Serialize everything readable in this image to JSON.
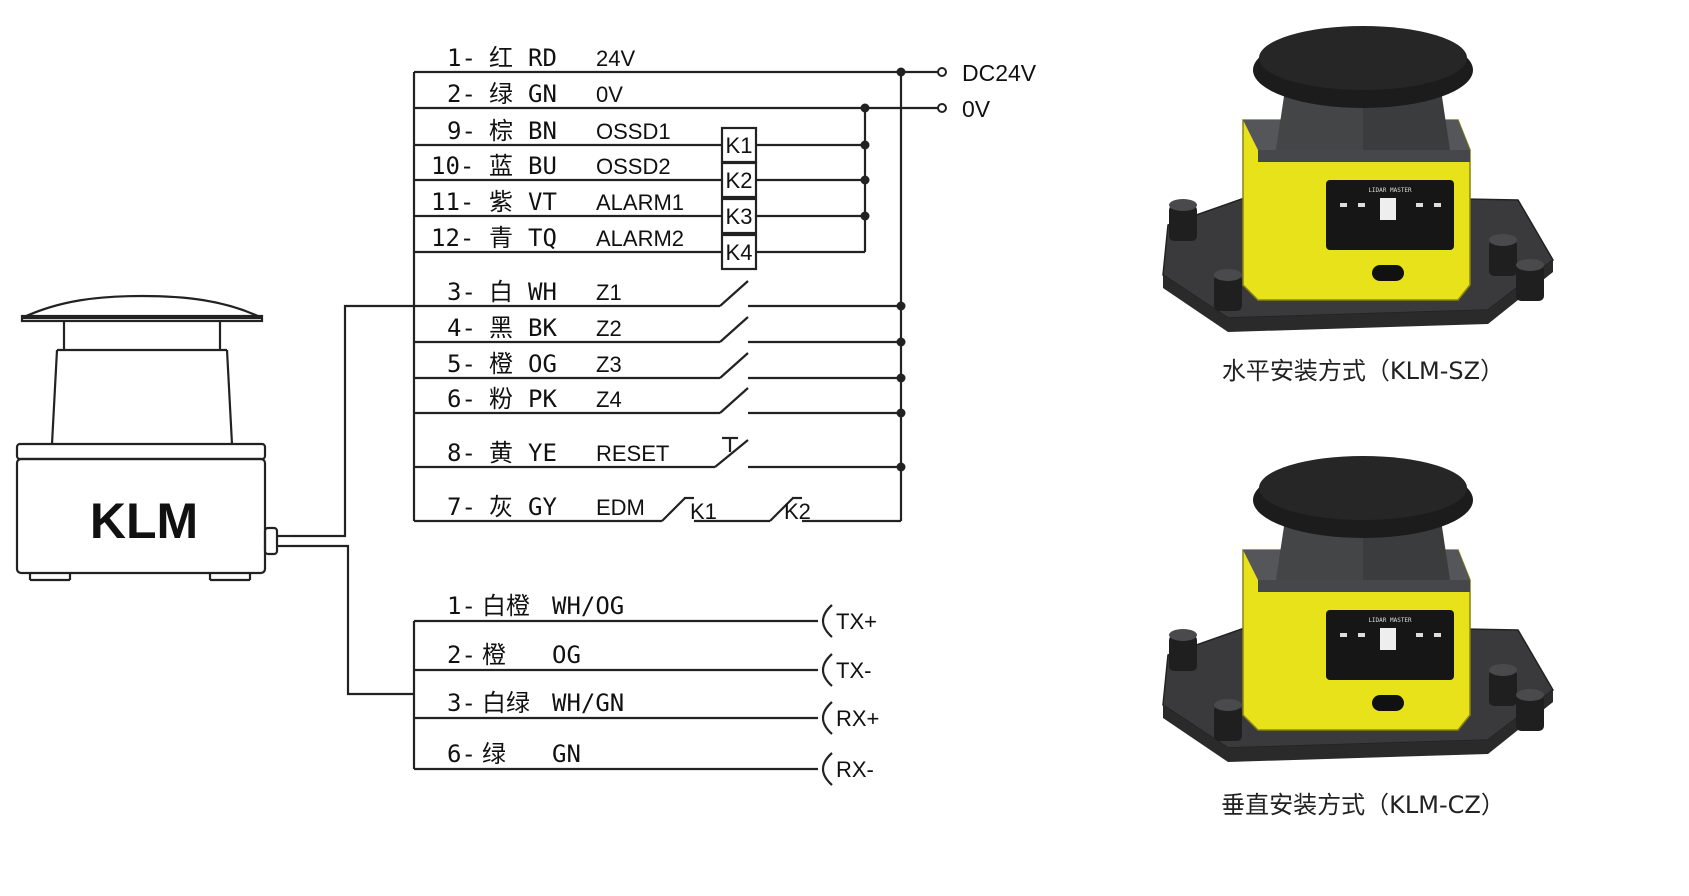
{
  "device": {
    "brand": "KLM"
  },
  "power": {
    "dc24": "DC24V",
    "zero": "0V"
  },
  "main_wires": [
    {
      "num": "1-",
      "color": "红",
      "code": "RD",
      "signal": "24V"
    },
    {
      "num": "2-",
      "color": "绿",
      "code": "GN",
      "signal": "0V"
    },
    {
      "num": "9-",
      "color": "棕",
      "code": "BN",
      "signal": "OSSD1"
    },
    {
      "num": "10-",
      "color": "蓝",
      "code": "BU",
      "signal": "OSSD2"
    },
    {
      "num": "11-",
      "color": "紫",
      "code": "VT",
      "signal": "ALARM1"
    },
    {
      "num": "12-",
      "color": "青",
      "code": "TQ",
      "signal": "ALARM2"
    },
    {
      "num": "3-",
      "color": "白",
      "code": "WH",
      "signal": "Z1"
    },
    {
      "num": "4-",
      "color": "黑",
      "code": "BK",
      "signal": "Z2"
    },
    {
      "num": "5-",
      "color": "橙",
      "code": "OG",
      "signal": "Z3"
    },
    {
      "num": "6-",
      "color": "粉",
      "code": "PK",
      "signal": "Z4"
    },
    {
      "num": "8-",
      "color": "黄",
      "code": "YE",
      "signal": "RESET"
    },
    {
      "num": "7-",
      "color": "灰",
      "code": "GY",
      "signal": "EDM"
    }
  ],
  "relays": [
    "K1",
    "K2",
    "K3",
    "K4"
  ],
  "edm_contacts": [
    "K1",
    "K2"
  ],
  "net_wires": [
    {
      "num": "1-",
      "color": "白橙",
      "code": "WH/OG",
      "signal": "TX+"
    },
    {
      "num": "2-",
      "color": "橙",
      "code": "OG",
      "signal": "TX-"
    },
    {
      "num": "3-",
      "color": "白绿",
      "code": "WH/GN",
      "signal": "RX+"
    },
    {
      "num": "6-",
      "color": "绿",
      "code": "GN",
      "signal": "RX-"
    }
  ],
  "products": [
    {
      "caption": "水平安装方式（KLM-SZ）",
      "screen_label": "LIDAR MASTER"
    },
    {
      "caption": "垂直安装方式（KLM-CZ）",
      "screen_label": "LIDAR MASTER"
    }
  ],
  "colors": {
    "body_yellow": "#e8e21a",
    "dark_gray": "#3b3c3e",
    "black_cap": "#1c1c1c"
  }
}
